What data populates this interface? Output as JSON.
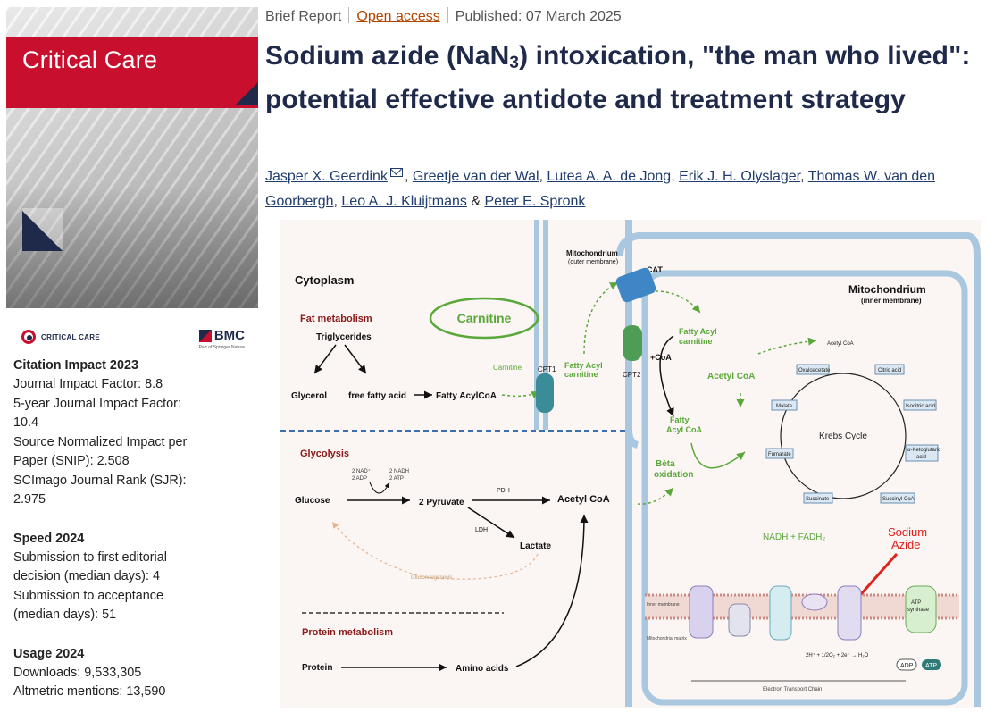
{
  "cover": {
    "journal_title": "Critical Care"
  },
  "logos": {
    "cc_label": "CRITICAL CARE",
    "bmc_label": "BMC",
    "bmc_sub": "Part of Springer Nature"
  },
  "metrics": {
    "citation": {
      "heading": "Citation Impact 2023",
      "lines": [
        "Journal Impact Factor: 8.8",
        "5-year Journal Impact Factor:",
        "10.4",
        "Source Normalized Impact per",
        "Paper (SNIP): 2.508",
        "SCImago Journal Rank (SJR):",
        "2.975"
      ]
    },
    "speed": {
      "heading": "Speed 2024",
      "lines": [
        "Submission to first editorial",
        "decision (median days): 4",
        "Submission to acceptance",
        "(median days): 51"
      ]
    },
    "usage": {
      "heading": "Usage 2024",
      "lines": [
        "Downloads: 9,533,305",
        "Altmetric mentions: 13,590"
      ]
    }
  },
  "article": {
    "type": "Brief Report",
    "access": "Open access",
    "published": "Published: 07 March 2025",
    "title_part1": "Sodium azide (NaN",
    "title_sub": "3",
    "title_part2": ") intoxication, \"the man who lived\": potential effective antidote and treatment strategy",
    "authors": [
      "Jasper X. Geerdink",
      "Greetje van der Wal",
      "Lutea A. A. de Jong",
      "Erik J. H. Olyslager",
      "Thomas W. van den Goorbergh",
      "Leo A. J. Kluijtmans",
      "Peter E. Spronk"
    ],
    "author_sep": ", ",
    "author_last_sep": " & "
  },
  "figure": {
    "labels": {
      "cytoplasm": "Cytoplasm",
      "fat_metabolism": "Fat metabolism",
      "triglycerides": "Triglycerides",
      "glycerol": "Glycerol",
      "free_fatty_acid": "free fatty acid",
      "fatty_acylcoa": "Fatty AcylCoA",
      "carnitine_big": "Carnitine",
      "carnitine_small": "Carnitine",
      "cpt1": "CPT1",
      "fatty_acyl_carnitine_1a": "Fatty Acyl",
      "fatty_acyl_carnitine_1b": "carnitine",
      "mito_outer_a": "Mitochondrium",
      "mito_outer_b": "(outer membrane)",
      "cat": "CAT",
      "fatty_acyl_carnitine_2a": "Fatty Acyl",
      "fatty_acyl_carnitine_2b": "carnitine",
      "cpt2": "CPT2",
      "coa": "+CoA",
      "fatty_acyl_coa_a": "Fatty",
      "fatty_acyl_coa_b": "Acyl CoA",
      "acetyl_coa_green": "Acetyl CoA",
      "beta_a": "Bèta",
      "beta_b": "oxidation",
      "mito_inner_a": "Mitochondrium",
      "mito_inner_b": "(inner membrane)",
      "glycolysis": "Glycolysis",
      "glucose": "Glucose",
      "nad_in_a": "2 NAD⁺",
      "nad_in_b": "2 ADP",
      "nadh_out_a": "2 NADH",
      "nadh_out_b": "2 ATP",
      "pyruvate": "2 Pyruvate",
      "pdh": "PDH",
      "ldh": "LDH",
      "acetyl_coa_black": "Acetyl CoA",
      "lactate": "Lactate",
      "gluconeogenesis": "Gluconeogenesis",
      "protein_metabolism": "Protein metabolism",
      "protein": "Protein",
      "amino_acids": "Amino acids",
      "krebs_cycle": "Krebs Cycle",
      "krebs_acetyl": "Acetyl CoA",
      "oxaloacetate": "Oxaloacetate",
      "citric_acid": "Citric acid",
      "isocitric_acid": "Isocitric acid",
      "ketoglutaric_a": "α-Ketoglutaric",
      "ketoglutaric_b": "acid",
      "succinyl_coa": "Succinyl CoA",
      "succinate": "Succinate",
      "fumarate": "Fumarate",
      "malate": "Malate",
      "nadh_fadh2": "NADH + FADH₂",
      "sodium_a": "Sodium",
      "sodium_b": "Azide",
      "atp_synthase_a": "ATP",
      "atp_synthase_b": "synthase",
      "adp": "ADP",
      "atp": "ATP",
      "etc": "Electron Transport Chain",
      "o2_eq": "2H⁺ + 1/2O₂ + 2e⁻ → H₂O",
      "inner_membrane_lbl": "Inner membrane",
      "matrix_lbl": "Mitochondrial matrix"
    },
    "colors": {
      "heading_red": "#8b1a1a",
      "green": "#5aa83a",
      "membrane_blue": "#a9c8e0",
      "sodium_red": "#e0201c",
      "bg": "#fbf5f3"
    }
  }
}
